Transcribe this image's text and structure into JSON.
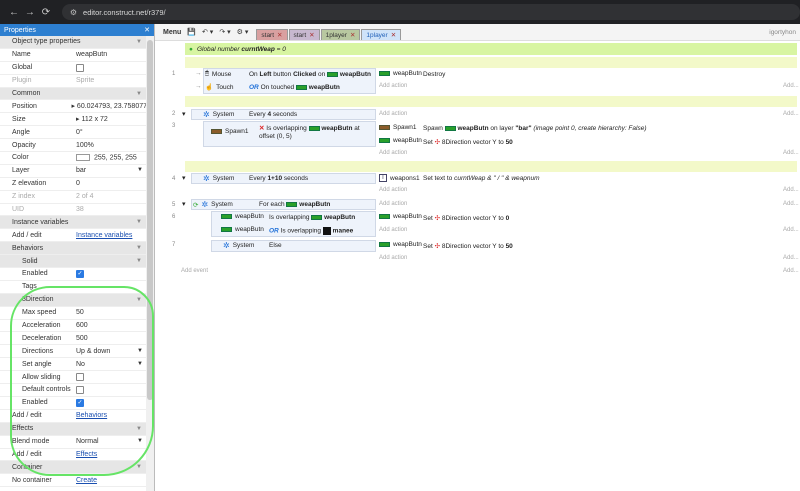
{
  "browser": {
    "url": "editor.construct.net/r379/",
    "back": "←",
    "forward": "→",
    "reload": "⟳"
  },
  "properties": {
    "title": "Properties",
    "close": "✕",
    "rows": [
      {
        "type": "section",
        "label": "Object type properties"
      },
      {
        "type": "kv",
        "k": "Name",
        "v": "weapButn"
      },
      {
        "type": "check",
        "k": "Global",
        "on": false
      },
      {
        "type": "kv",
        "k": "Plugin",
        "v": "Sprite",
        "dim": true
      },
      {
        "type": "section",
        "label": "Common"
      },
      {
        "type": "kv",
        "k": "Position",
        "v": "▸ 60.024793, 23.758077"
      },
      {
        "type": "kv",
        "k": "Size",
        "v": "▸ 112 x 72"
      },
      {
        "type": "kv",
        "k": "Angle",
        "v": "0°"
      },
      {
        "type": "kv",
        "k": "Opacity",
        "v": "100%"
      },
      {
        "type": "color",
        "k": "Color",
        "v": "255, 255, 255"
      },
      {
        "type": "select",
        "k": "Layer",
        "v": "bar"
      },
      {
        "type": "kv",
        "k": "Z elevation",
        "v": "0"
      },
      {
        "type": "kv",
        "k": "Z index",
        "v": "2 of 4",
        "dim": true
      },
      {
        "type": "kv",
        "k": "UID",
        "v": "38",
        "dim": true
      },
      {
        "type": "section",
        "label": "Instance variables"
      },
      {
        "type": "link",
        "k": "Add / edit",
        "v": "Instance variables"
      },
      {
        "type": "section",
        "label": "Behaviors"
      },
      {
        "type": "subsection",
        "label": "Solid"
      },
      {
        "type": "check",
        "k": "Enabled",
        "on": true,
        "sub": true
      },
      {
        "type": "kv",
        "k": "Tags",
        "v": "",
        "sub": true
      },
      {
        "type": "subsection",
        "label": "8Direction"
      },
      {
        "type": "kv",
        "k": "Max speed",
        "v": "50",
        "sub": true
      },
      {
        "type": "kv",
        "k": "Acceleration",
        "v": "600",
        "sub": true
      },
      {
        "type": "kv",
        "k": "Deceleration",
        "v": "500",
        "sub": true
      },
      {
        "type": "select",
        "k": "Directions",
        "v": "Up & down",
        "sub": true
      },
      {
        "type": "select",
        "k": "Set angle",
        "v": "No",
        "sub": true
      },
      {
        "type": "check",
        "k": "Allow sliding",
        "on": false,
        "sub": true
      },
      {
        "type": "check",
        "k": "Default controls",
        "on": false,
        "sub": true
      },
      {
        "type": "check",
        "k": "Enabled",
        "on": true,
        "sub": true
      },
      {
        "type": "link",
        "k": "Add / edit",
        "v": "Behaviors"
      },
      {
        "type": "section",
        "label": "Effects"
      },
      {
        "type": "select",
        "k": "Blend mode",
        "v": "Normal"
      },
      {
        "type": "link",
        "k": "Add / edit",
        "v": "Effects"
      },
      {
        "type": "section",
        "label": "Container"
      },
      {
        "type": "link",
        "k": "No container",
        "v": "Create"
      }
    ]
  },
  "toolbar": {
    "menu": "Menu",
    "save": "💾",
    "undo": "↶ ▾",
    "redo": "↷ ▾",
    "settings": "⚙ ▾",
    "tabs": [
      {
        "label": "start",
        "cls": "t1"
      },
      {
        "label": "start",
        "cls": "t2"
      },
      {
        "label": "1player",
        "cls": "t3"
      },
      {
        "label": "1player",
        "cls": "active"
      }
    ],
    "user": "igortyhon"
  },
  "sheet": {
    "global": {
      "prefix": "Global number",
      "name": "curntWeap",
      "suffix": "= 0"
    },
    "add_action": "Add action",
    "add_event": "Add event",
    "add_short": "Add..."
  },
  "ev1": {
    "num": "1",
    "c1_obj": "Mouse",
    "c1_text": "On",
    "c1_b1": "Left",
    "c1_t2": "button",
    "c1_b2": "Clicked",
    "c1_t3": "on",
    "c1_b3": "weapButn",
    "c2_obj": "Touch",
    "c2_or": "OR",
    "c2_text": "On touched",
    "c2_b": "weapButn",
    "a_obj": "weapButn",
    "a_text": "Destroy"
  },
  "ev2": {
    "num": "2",
    "c_obj": "System",
    "c_t1": "Every",
    "c_b": "4",
    "c_t2": "seconds"
  },
  "ev3": {
    "num": "3",
    "c_obj": "Spawn1",
    "c_t1": "Is overlapping",
    "c_b": "weapButn",
    "c_t2": "at",
    "c_t3": "offset (0, 5)",
    "a1_obj": "Spawn1",
    "a1_t1": "Spawn",
    "a1_b": "weapButn",
    "a1_t2": "on layer",
    "a1_b2": "\"bar\"",
    "a1_i": "(image point 0, create hierarchy: False)",
    "a2_obj": "weapButn",
    "a2_t1": "Set",
    "a2_t2": "8Direction vector Y to",
    "a2_b": "50"
  },
  "ev4": {
    "num": "4",
    "c_obj": "System",
    "c_t1": "Every",
    "c_b": "1+10",
    "c_t2": "seconds",
    "a_obj": "weapons1",
    "a_t1": "Set text to",
    "a_i": "curntWeap & \" / \" & weapnum"
  },
  "ev5": {
    "num": "5",
    "c_obj": "System",
    "c_t1": "For each",
    "c_b": "weapButn"
  },
  "ev6": {
    "num": "6",
    "c1_obj": "weapButn",
    "c1_t": "Is overlapping",
    "c1_b": "weapButn",
    "c2_obj": "weapButn",
    "c2_or": "OR",
    "c2_t": "Is overlapping",
    "c2_b": "manee",
    "a_obj": "weapButn",
    "a_t1": "Set",
    "a_t2": "8Direction vector Y to",
    "a_b": "0"
  },
  "ev7": {
    "num": "7",
    "c_obj": "System",
    "c_t": "Else",
    "a_obj": "weapButn",
    "a_t1": "Set",
    "a_t2": "8Direction vector Y to",
    "a_b": "50"
  }
}
